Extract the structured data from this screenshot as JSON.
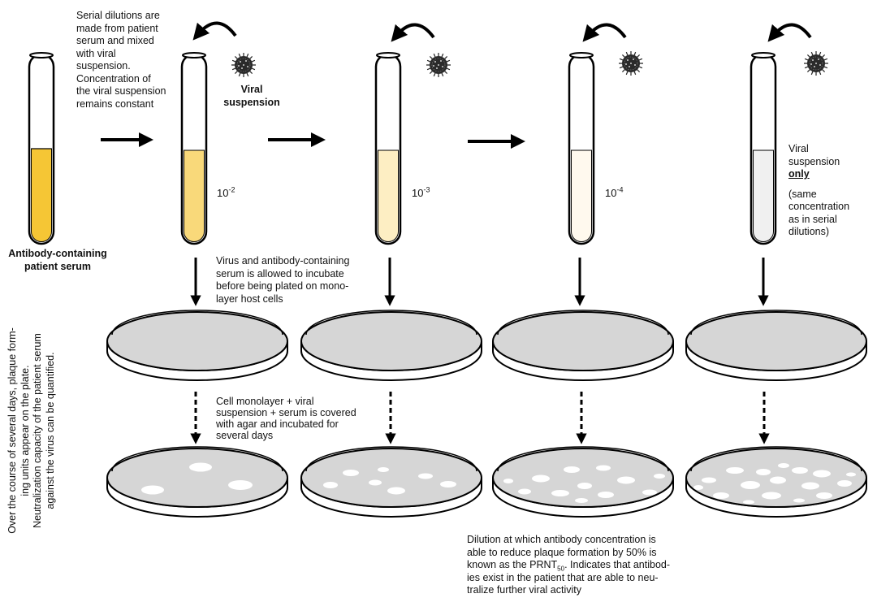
{
  "labels": {
    "serial_dilution_note": [
      "Serial dilutions are",
      "made from patient",
      "serum and mixed",
      "with viral",
      "suspension.",
      "Concentration of",
      "the viral suspension",
      "remains constant"
    ],
    "viral_suspension": [
      "Viral",
      "suspension"
    ],
    "patient_serum": [
      "Antibody-containing",
      "patient serum"
    ],
    "incubate_note": [
      "Virus and antibody-containing",
      "serum is allowed to incubate",
      "before being plated on mono-",
      "layer host cells"
    ],
    "agar_note": [
      "Cell monolayer + viral",
      "suspension + serum is covered",
      "with agar and incubated for",
      "several days"
    ],
    "plaque_note": [
      "Over the course of several days, plaque form-",
      "ing units appear on the plate.",
      "Neutralization capacity of the patient serum",
      "against the virus can be quantified."
    ],
    "control_top": [
      "Viral",
      "suspension"
    ],
    "control_only": "only",
    "control_bottom": [
      "(same",
      "concentration",
      "as in serial",
      "dilutions)"
    ],
    "prnt_note": {
      "line1": "Dilution at which antibody concentration is",
      "line2": "able to reduce plaque formation by 50% is",
      "line3_pre": "known as the PRNT",
      "line3_sub": "50",
      "line3_post": ". Indicates that antibod-",
      "line4": "ies exist in the patient that are able to neu-",
      "line5": "tralize further viral activity"
    }
  },
  "dilutions": [
    {
      "base": "10",
      "exp": "-2"
    },
    {
      "base": "10",
      "exp": "-3"
    },
    {
      "base": "10",
      "exp": "-4"
    }
  ],
  "colors": {
    "serum_fill": "#f5c635",
    "dilution_fills": [
      "#f9d97a",
      "#fdeec3",
      "#fff9ee"
    ],
    "control_fill": "#f0f0f0",
    "plate_fill": "#d6d6d6",
    "plaque": "#ffffff",
    "stroke": "#000000"
  },
  "icons": [
    "virus-icon",
    "curved-arrow-icon",
    "right-arrow-icon",
    "down-arrow-icon",
    "dashed-down-arrow-icon"
  ]
}
